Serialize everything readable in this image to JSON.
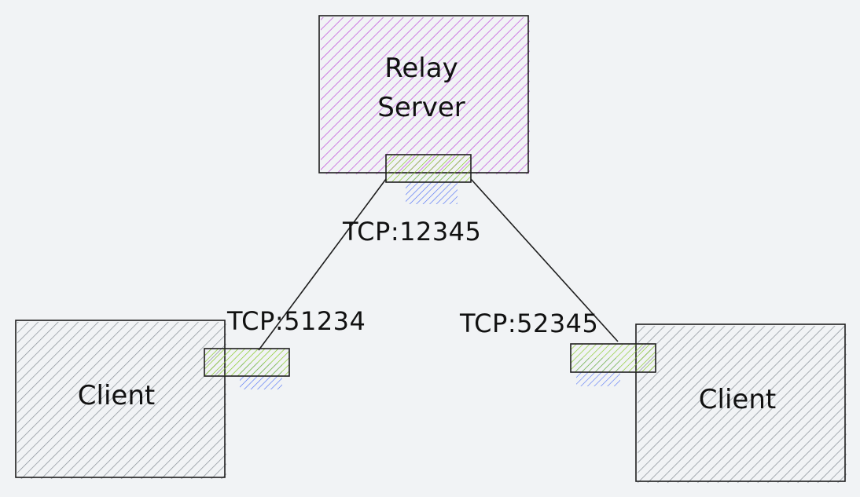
{
  "diagram": {
    "relay_server": {
      "label_line1": "Relay",
      "label_line2": "Server",
      "fill_color": "#be4bdb"
    },
    "server_port": {
      "label": "TCP:12345",
      "fill_color": "#82c91e"
    },
    "client_left": {
      "label": "Client",
      "fill_color": "#868e96",
      "port_label": "TCP:51234"
    },
    "client_right": {
      "label": "Client",
      "fill_color": "#868e96",
      "port_label": "TCP:52345"
    },
    "port_shadow_color": "#4c6ef5",
    "line_color": "#1e1e1e",
    "background_color": "#f1f3f5"
  }
}
